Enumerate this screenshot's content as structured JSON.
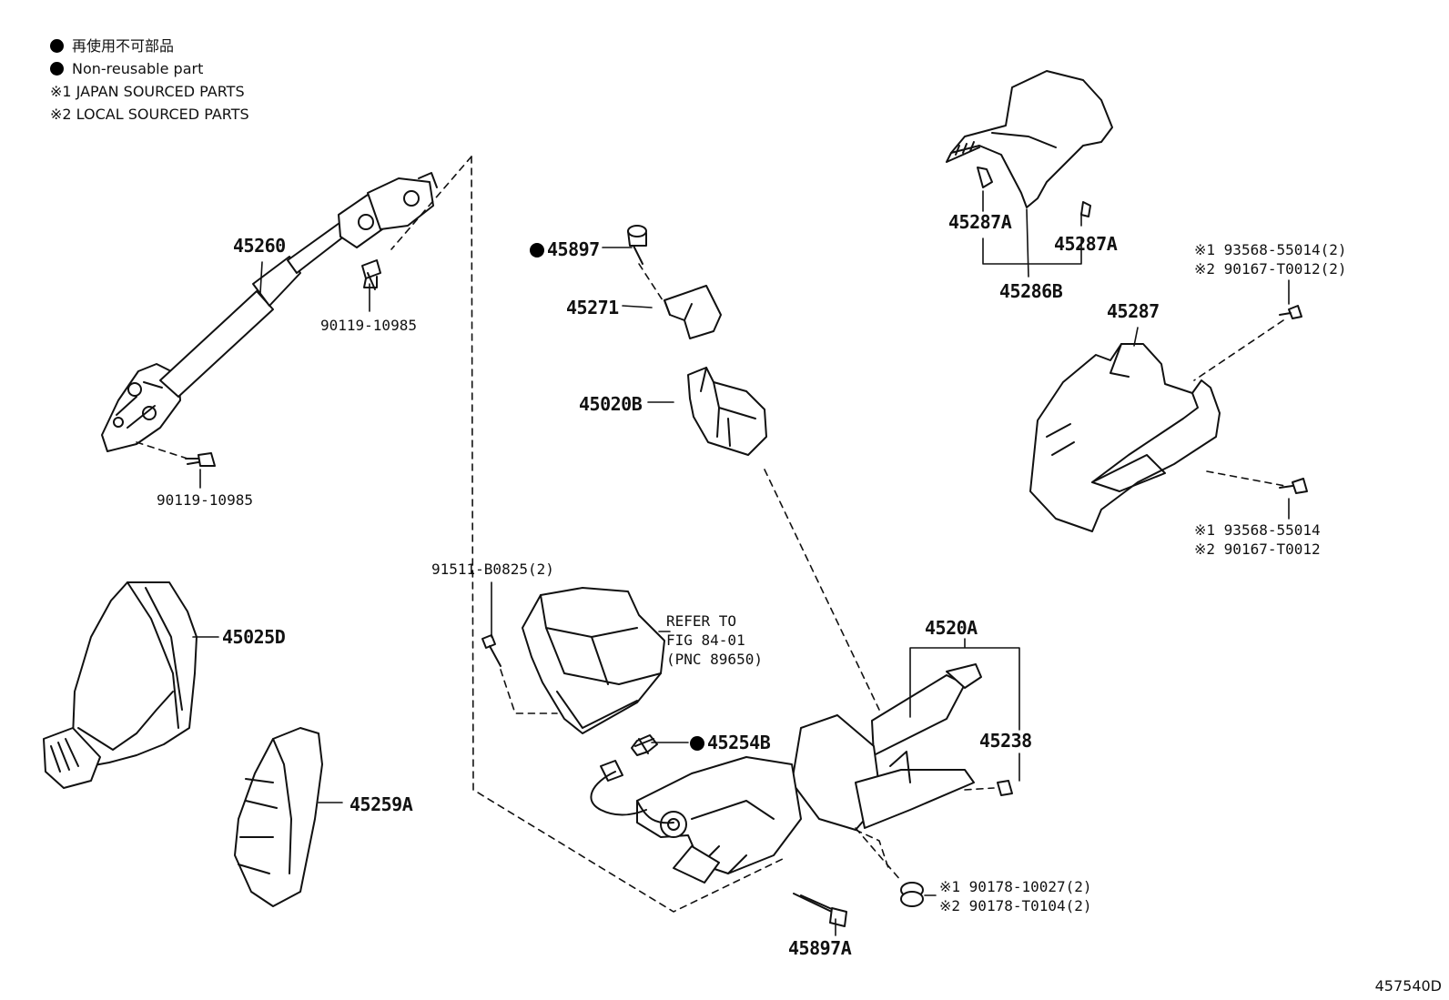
{
  "legend": {
    "non_reusable_jp": "再使用不可部品",
    "non_reusable_en": "Non-reusable part",
    "japan_sourced": "※1 JAPAN SOURCED PARTS",
    "local_sourced": "※2 LOCAL SOURCED PARTS"
  },
  "parts": {
    "p45260": "45260",
    "p90119_top": "90119-10985",
    "p90119_bottom": "90119-10985",
    "p45897": "45897",
    "p45271": "45271",
    "p45020B": "45020B",
    "p45287A_left": "45287A",
    "p45287A_right": "45287A",
    "p45286B": "45286B",
    "p45287": "45287",
    "p93568_top_1": "※1  93568-55014(2)",
    "p90167_top_2": "※2  90167-T0012(2)",
    "p93568_bottom_1": "※1  93568-55014",
    "p90167_bottom_2": "※2  90167-T0012",
    "p45025D": "45025D",
    "p45259A": "45259A",
    "p91511": "91511-B0825(2)",
    "refer_line1": "REFER TO",
    "refer_line2": "FIG 84-01",
    "refer_line3": "(PNC 89650)",
    "p45254B": "45254B",
    "p4520A": "4520A",
    "p45238": "45238",
    "p90178_1": "※1  90178-10027(2)",
    "p90178_2": "※2  90178-T0104(2)",
    "p45897A": "45897A"
  },
  "figure_id": "457540D",
  "colors": {
    "line": "#111111",
    "background": "#ffffff",
    "fill": "#ffffff"
  }
}
